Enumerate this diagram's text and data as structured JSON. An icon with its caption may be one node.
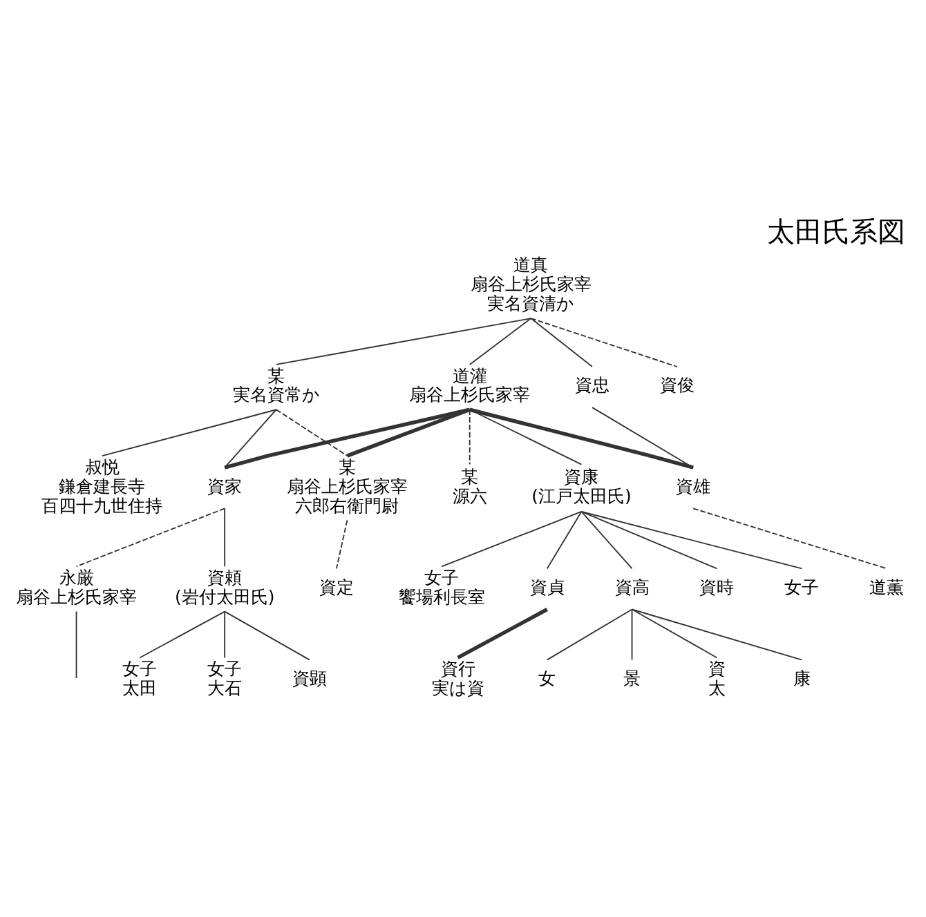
{
  "diagram": {
    "title": "太田氏系図",
    "nodes": [
      {
        "text": [
          "道真",
          "扇谷上杉氏家宰",
          "実名資清か"
        ]
      },
      {
        "text": [
          "資俊"
        ]
      },
      {
        "text": [
          "道灌",
          "扇谷上杉氏家宰"
        ]
      },
      {
        "text": [
          "資忠"
        ]
      },
      {
        "text": [
          "某",
          "実名資常か"
        ]
      },
      {
        "text": [
          "某",
          "源六"
        ]
      },
      {
        "text": [
          "資康",
          "(江戸太田氏)"
        ]
      },
      {
        "text": [
          "資雄"
        ]
      },
      {
        "text": [
          "某",
          "扇谷上杉氏家宰",
          "六郎右衛門尉"
        ]
      },
      {
        "text": [
          "資家"
        ]
      },
      {
        "text": [
          "叔悦",
          "鎌倉建長寺",
          "百四十九世住持"
        ]
      },
      {
        "text": [
          "資時"
        ]
      },
      {
        "text": [
          "資高"
        ]
      },
      {
        "text": [
          "資貞"
        ]
      },
      {
        "text": [
          "女子",
          "饗場利長室"
        ]
      },
      {
        "text": [
          "女子"
        ]
      },
      {
        "text": [
          "道薫"
        ]
      },
      {
        "text": [
          "資定"
        ]
      },
      {
        "text": [
          "永厳",
          "扇谷上杉氏家宰"
        ]
      },
      {
        "text": [
          "資頼",
          "(岩付太田氏)"
        ]
      },
      {
        "text": [
          "景"
        ]
      },
      {
        "text": [
          "女"
        ]
      },
      {
        "text": [
          "康"
        ]
      },
      {
        "text": [
          "資",
          "太"
        ]
      },
      {
        "text": [
          "資行",
          "実は資"
        ]
      },
      {
        "text": [
          "女子",
          "太田"
        ]
      },
      {
        "text": [
          "資顕"
        ]
      },
      {
        "text": [
          "女子",
          "大石"
        ]
      }
    ],
    "edges": [
      {
        "from": 0,
        "to": 1,
        "arrow": "none",
        "style": "dashed"
      },
      {
        "from": 0,
        "to": 2,
        "arrow": "none"
      },
      {
        "from": 0,
        "to": 3,
        "arrow": "none"
      },
      {
        "from": 0,
        "to": 4,
        "arrow": "none"
      },
      {
        "from": 2,
        "to": 5,
        "arrow": "none",
        "style": "dashed"
      },
      {
        "from": 2,
        "to": 6,
        "arrow": "none"
      },
      {
        "from": 3,
        "to": 7,
        "arrow": "none"
      },
      {
        "from": 2,
        "to": 7,
        "arrow": "none",
        "style": "thick"
      },
      {
        "from": 4,
        "to": 8,
        "arrow": "none",
        "style": "dashed"
      },
      {
        "from": 2,
        "to": 8,
        "arrow": "none",
        "style": "thick"
      },
      {
        "from": 4,
        "to": 9,
        "arrow": "none"
      },
      {
        "from": 2,
        "to": 9,
        "arrow": "none",
        "style": "thick"
      },
      {
        "from": 4,
        "to": 10,
        "arrow": "none"
      },
      {
        "from": 6,
        "to": 11,
        "arrow": "none"
      },
      {
        "from": 6,
        "to": 12,
        "arrow": "none"
      },
      {
        "from": 6,
        "to": 13,
        "arrow": "none"
      },
      {
        "from": 6,
        "to": 14,
        "arrow": "none"
      },
      {
        "from": 6,
        "to": 15,
        "arrow": "none"
      },
      {
        "from": 7,
        "to": 16,
        "arrow": "none",
        "style": "dashed"
      },
      {
        "from": 8,
        "to": 17,
        "arrow": "none",
        "style": "dashed"
      },
      {
        "from": 9,
        "to": 18,
        "arrow": "none",
        "style": "dashed"
      },
      {
        "from": 9,
        "to": 19,
        "arrow": "none"
      },
      {
        "from": 18,
        "to": null,
        "arrow": "none"
      },
      {
        "from": 12,
        "to": 20,
        "arrow": "none"
      },
      {
        "from": 12,
        "to": 21,
        "arrow": "none"
      },
      {
        "from": 12,
        "to": 22,
        "arrow": "none"
      },
      {
        "from": 12,
        "to": 23,
        "arrow": "none"
      },
      {
        "from": 13,
        "to": 24,
        "arrow": "none",
        "style": "thick"
      },
      {
        "from": 19,
        "to": 25,
        "arrow": "none"
      },
      {
        "from": 19,
        "to": 26,
        "arrow": "none"
      },
      {
        "from": 19,
        "to": 27,
        "arrow": "none"
      }
    ]
  }
}
